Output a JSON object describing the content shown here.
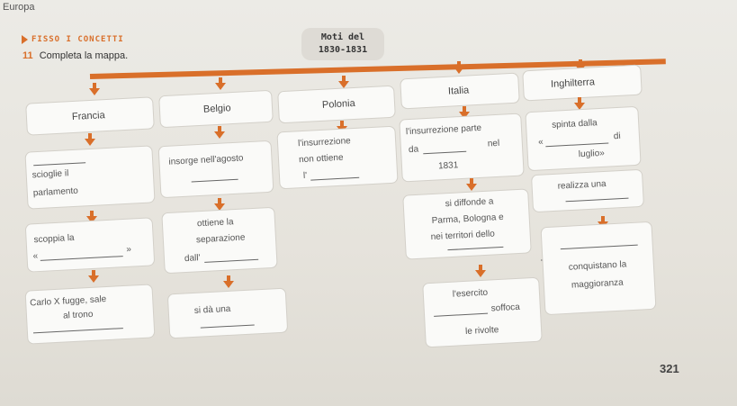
{
  "header": {
    "text": "Europa"
  },
  "section": {
    "label": "FISSO I CONCETTI"
  },
  "instruction": {
    "number": "11",
    "text": "Completa la mappa."
  },
  "title": {
    "line1": "Moti del",
    "line2": "1830-1831"
  },
  "columns": {
    "francia": {
      "heading": "Francia",
      "b1": {
        "l1": "scioglie il",
        "l2": "parlamento"
      },
      "b2": {
        "l1": "scoppia la"
      },
      "b3": {
        "l1": "Carlo X fugge, sale",
        "l2": "al trono"
      }
    },
    "belgio": {
      "heading": "Belgio",
      "b1": {
        "l1": "insorge nell'agosto"
      },
      "b2": {
        "l1": "ottiene la",
        "l2": "separazione",
        "l3": "dall'"
      },
      "b3": {
        "l1": "si dà una"
      }
    },
    "polonia": {
      "heading": "Polonia",
      "b1": {
        "l1": "l'insurrezione",
        "l2": "non ottiene",
        "l3": "l'"
      }
    },
    "italia": {
      "heading": "Italia",
      "b1": {
        "l1": "l'insurrezione parte",
        "l2": "da",
        "l3": "nel",
        "l4": "1831"
      },
      "b2": {
        "l1": "si diffonde a",
        "l2": "Parma, Bologna e",
        "l3": "nei territori dello"
      },
      "b3": {
        "l1": "l'esercito",
        "l2": "soffoca",
        "l3": "le rivolte"
      }
    },
    "inghilterra": {
      "heading": "Inghilterra",
      "b1": {
        "l1": "spinta dalla",
        "l2": "«",
        "l3": "di",
        "l4": "luglio»"
      },
      "b2": {
        "l1": "realizza una"
      },
      "b3": {
        "l1": "conquistano la",
        "l2": "maggioranza"
      }
    }
  },
  "page_number": "321",
  "colors": {
    "accent": "#d96f2a",
    "box": "#fafaf8"
  }
}
